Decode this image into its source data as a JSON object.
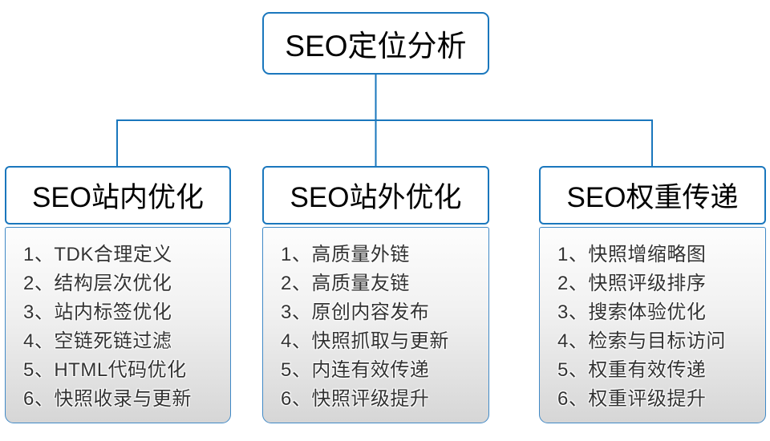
{
  "diagram": {
    "root": {
      "label": "SEO定位分析"
    },
    "columns": [
      {
        "title": "SEO站内优化",
        "items": [
          "1、TDK合理定义",
          "2、结构层次优化",
          "3、站内标签优化",
          "4、空链死链过滤",
          "5、HTML代码优化",
          "6、快照收录与更新"
        ]
      },
      {
        "title": "SEO站外优化",
        "items": [
          "1、高质量外链",
          "2、高质量友链",
          "3、原创内容发布",
          "4、快照抓取与更新",
          "5、内连有效传递",
          "6、快照评级提升"
        ]
      },
      {
        "title": "SEO权重传递",
        "items": [
          "1、快照增缩略图",
          "2、快照评级排序",
          "3、搜索体验优化",
          "4、检索与目标访问",
          "5、权重有效传递",
          "6、权重评级提升"
        ]
      }
    ],
    "colors": {
      "connector_line": "#1a77bd",
      "box_border": "#1a77bd",
      "panel_border": "#4089c6",
      "panel_gradient_top": "#fdfdfd",
      "panel_gradient_bottom": "#d6d6d6",
      "title_text": "#000000",
      "item_text": "#333333"
    }
  }
}
